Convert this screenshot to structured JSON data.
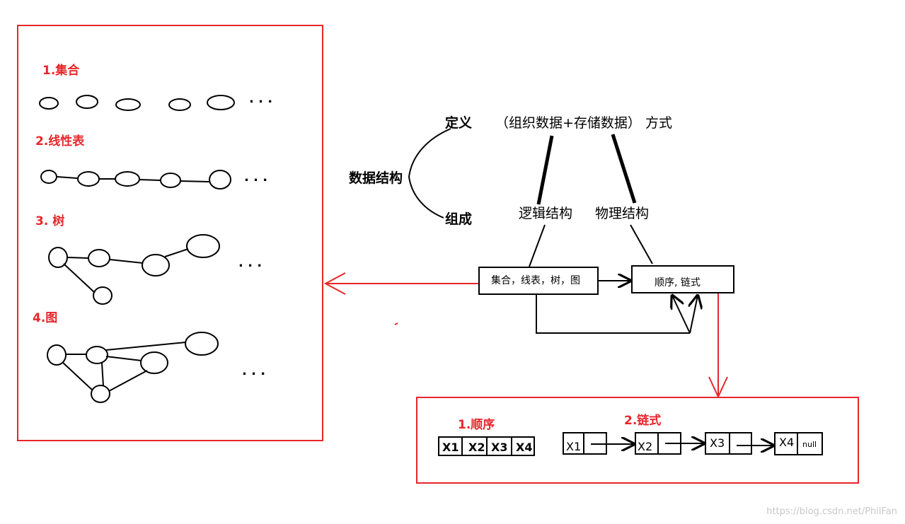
{
  "left_panel": {
    "set_title": "1.集合",
    "linear_title": "2.线性表",
    "tree_title": "3. 树",
    "graph_title": "4.图",
    "ellipsis": ". . ."
  },
  "center": {
    "root": "数据结构",
    "definition": "定义",
    "definition_text": "（组织数据+存储数据） 方式",
    "composition": "组成",
    "logical": "逻辑结构",
    "physical": "物理结构",
    "logical_box": "集合，线表，树，图",
    "physical_box": "顺序, 链式"
  },
  "bottom_panel": {
    "sequential_title": "1.顺序",
    "sequential_cells": [
      "X1",
      "X2",
      "X3",
      "X4"
    ],
    "linked_title": "2.链式",
    "linked_nodes": [
      "X1",
      "X2",
      "X3",
      "X4"
    ],
    "null_label": "null"
  },
  "watermark": "https://blog.csdn.net/PhilFan",
  "colors": {
    "accent_red": "#e8262a",
    "ink": "#000000",
    "watermark": "#c8c8c8"
  }
}
